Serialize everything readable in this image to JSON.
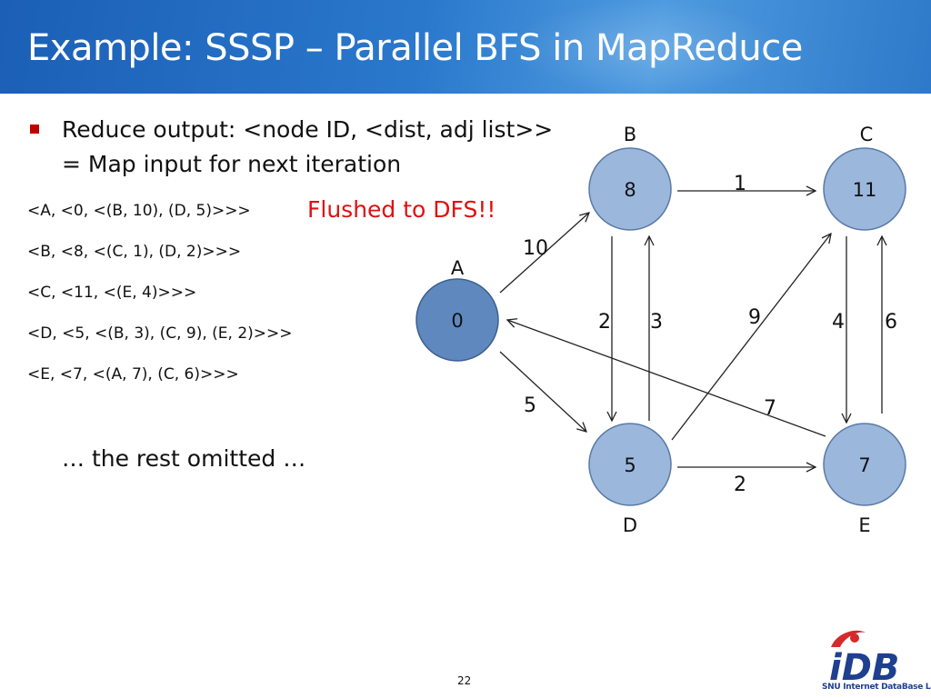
{
  "title": "Example: SSSP – Parallel BFS in MapReduce",
  "bullet": {
    "line1": "Reduce output: <node ID, <dist, adj list>>",
    "line2": "= Map input for next iteration"
  },
  "records": [
    "<A, <0, <(B, 10), (D, 5)>>>",
    "<B, <8, <(C, 1), (D, 2)>>>",
    "<C, <11, <(E, 4)>>>",
    "<D, <5, <(B, 3), (C, 9), (E, 2)>>>",
    "<E, <7, <(A, 7), (C, 6)>>>"
  ],
  "flushed_note": "Flushed to DFS!!",
  "rest_omitted": "… the rest omitted …",
  "graph": {
    "nodes": [
      {
        "id": "A",
        "label": "A",
        "value": "0"
      },
      {
        "id": "B",
        "label": "B",
        "value": "8"
      },
      {
        "id": "C",
        "label": "C",
        "value": "11"
      },
      {
        "id": "D",
        "label": "D",
        "value": "5"
      },
      {
        "id": "E",
        "label": "E",
        "value": "7"
      }
    ],
    "edges": [
      {
        "from": "A",
        "to": "B",
        "weight": "10"
      },
      {
        "from": "A",
        "to": "D",
        "weight": "5"
      },
      {
        "from": "B",
        "to": "C",
        "weight": "1"
      },
      {
        "from": "B",
        "to": "D",
        "weight": "2"
      },
      {
        "from": "D",
        "to": "B",
        "weight": "3"
      },
      {
        "from": "D",
        "to": "C",
        "weight": "9"
      },
      {
        "from": "D",
        "to": "E",
        "weight": "2"
      },
      {
        "from": "C",
        "to": "E",
        "weight": "4"
      },
      {
        "from": "E",
        "to": "C",
        "weight": "6"
      },
      {
        "from": "E",
        "to": "A",
        "weight": "7"
      }
    ]
  },
  "colors": {
    "title_bar": "#1f66bf",
    "node_root": "#5f88bf",
    "node": "#9cb7dc",
    "bullet": "#c00000",
    "flushed": "#e01010"
  },
  "page_number": "22",
  "logo": {
    "text": "iDB",
    "subtitle": "SNU Internet DataBase Lab."
  }
}
